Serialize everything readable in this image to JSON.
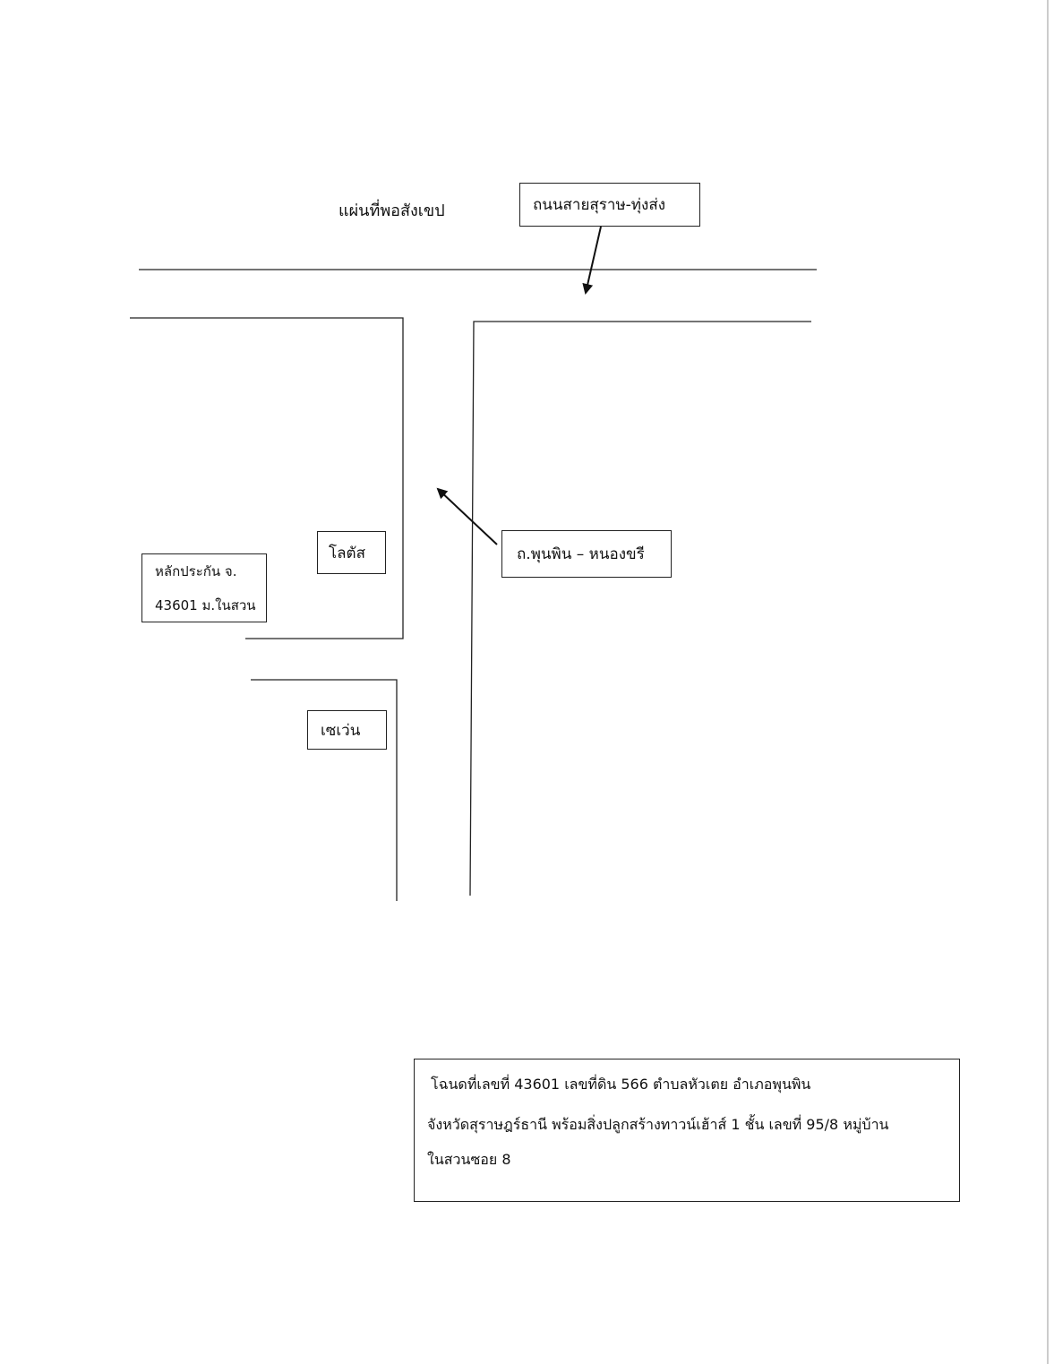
{
  "map": {
    "title": "แผ่นที่พอสังเขป",
    "main_road_label": "ถนนสายสุราษ-ทุ่งส่ง",
    "side_road_label": "ถ.พุนพิน – หนองขรี",
    "landmark_lotus": "โลตัส",
    "landmark_seven": "เซเว่น",
    "collateral": {
      "line1": "หลักประกัน จ.",
      "line2": "43601 ม.ในสวน"
    }
  },
  "deed": {
    "line1": "โฉนดที่เลขที่ 43601  เลขที่ดิน  566 ตำบลหัวเตย อำเภอพุนพิน",
    "line2": "จังหวัดสุราษฎร์ธานี พร้อมสิ่งปลูกสร้างทาวน์เฮ้าส์ 1 ชั้น เลขที่ 95/8  หมู่บ้าน",
    "line3": "ในสวนซอย 8"
  }
}
